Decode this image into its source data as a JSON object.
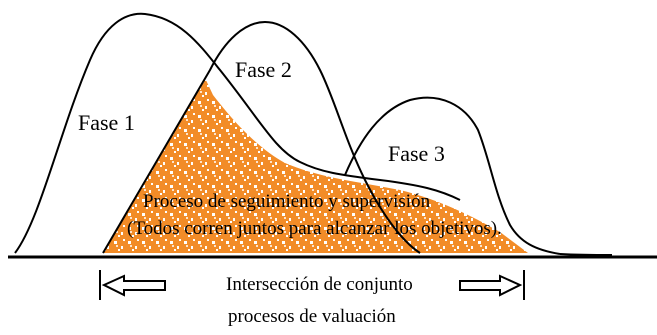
{
  "diagram": {
    "phases": [
      {
        "label": "Fase 1"
      },
      {
        "label": "Fase 2"
      },
      {
        "label": "Fase 3"
      }
    ],
    "overlap_text": {
      "line1": "Proceso de seguimiento y supervisión",
      "line2": "(Todos corren juntos para alcanzar los objetivos)."
    },
    "bottom_text": {
      "line1": "Intersección de conjunto",
      "line2": "procesos de valuación"
    },
    "colors": {
      "curve": "#000000",
      "overlap_fill": "#F28C28",
      "background": "#FFFFFF"
    }
  }
}
